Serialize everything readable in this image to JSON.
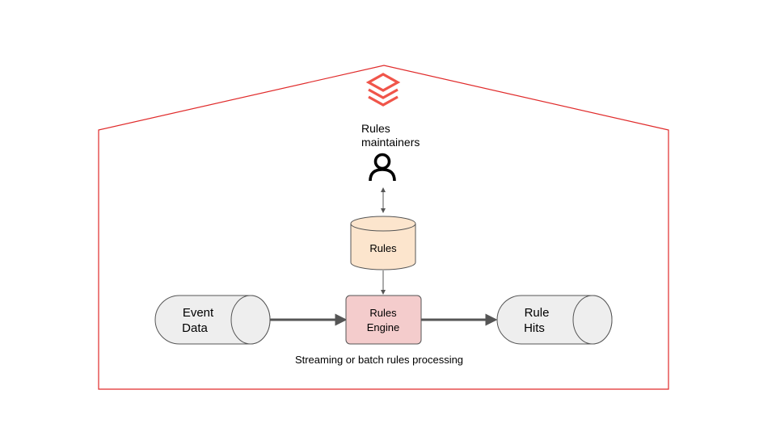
{
  "nodes": {
    "rules_maintainers": {
      "label_line1": "Rules",
      "label_line2": "maintainers",
      "icon": "person-icon"
    },
    "rules_store": {
      "label": "Rules",
      "shape": "database-cylinder"
    },
    "event_data": {
      "label_line1": "Event",
      "label_line2": "Data",
      "shape": "horizontal-cylinder"
    },
    "rules_engine": {
      "label_line1": "Rules",
      "label_line2": "Engine",
      "shape": "rounded-box"
    },
    "rule_hits": {
      "label_line1": "Rule",
      "label_line2": "Hits",
      "shape": "horizontal-cylinder"
    }
  },
  "caption": "Streaming or batch rules processing",
  "logo": "stacked-layers-logo-icon",
  "colors": {
    "boundary": "#e02a2a",
    "logo": "#f0554a",
    "rules_store_fill": "#fce5cd",
    "engine_fill": "#f4cccc",
    "cylinder_fill": "#eeeeee",
    "arrow": "#555555"
  }
}
